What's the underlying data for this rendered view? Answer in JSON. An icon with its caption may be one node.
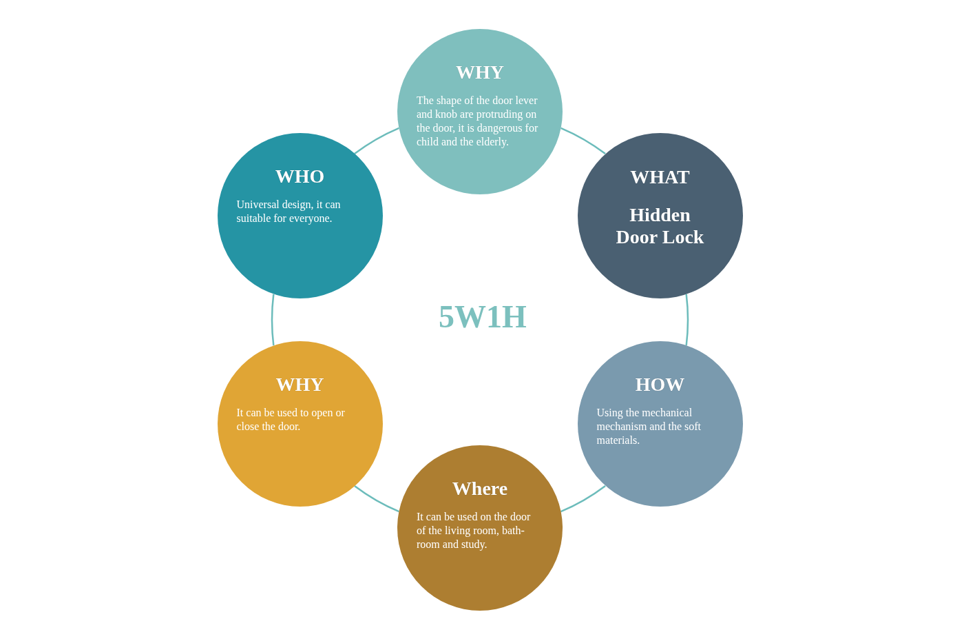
{
  "diagram": {
    "nodes": [
      {
        "text": [
          "WHY",
          "The shape of the door lever and knob are protruding on the door, it is dangerous for child and the elderly."
        ]
      },
      {
        "text": [
          "WHO",
          "Universal design, it can suitable for everyone."
        ]
      },
      {
        "text": [
          "WHAT",
          "Hidden Door Lock"
        ]
      },
      {
        "text": [
          "WHY",
          "It can be used to open or close the door."
        ]
      },
      {
        "text": [
          "HOW",
          "Using the mechanical mechanism and the soft materials."
        ]
      },
      {
        "text": [
          "Where",
          "It can be used on the door of the living room, bath-room and study."
        ]
      }
    ],
    "edges": [
      {
        "from": 0,
        "to": 2,
        "arrow": "none"
      },
      {
        "from": 2,
        "to": 4,
        "arrow": "none"
      },
      {
        "from": 4,
        "to": 5,
        "arrow": "none"
      },
      {
        "from": 5,
        "to": 3,
        "arrow": "none"
      },
      {
        "from": 3,
        "to": 1,
        "arrow": "none"
      },
      {
        "from": 1,
        "to": 0,
        "arrow": "none"
      }
    ],
    "labels": [
      "5W1H"
    ]
  }
}
